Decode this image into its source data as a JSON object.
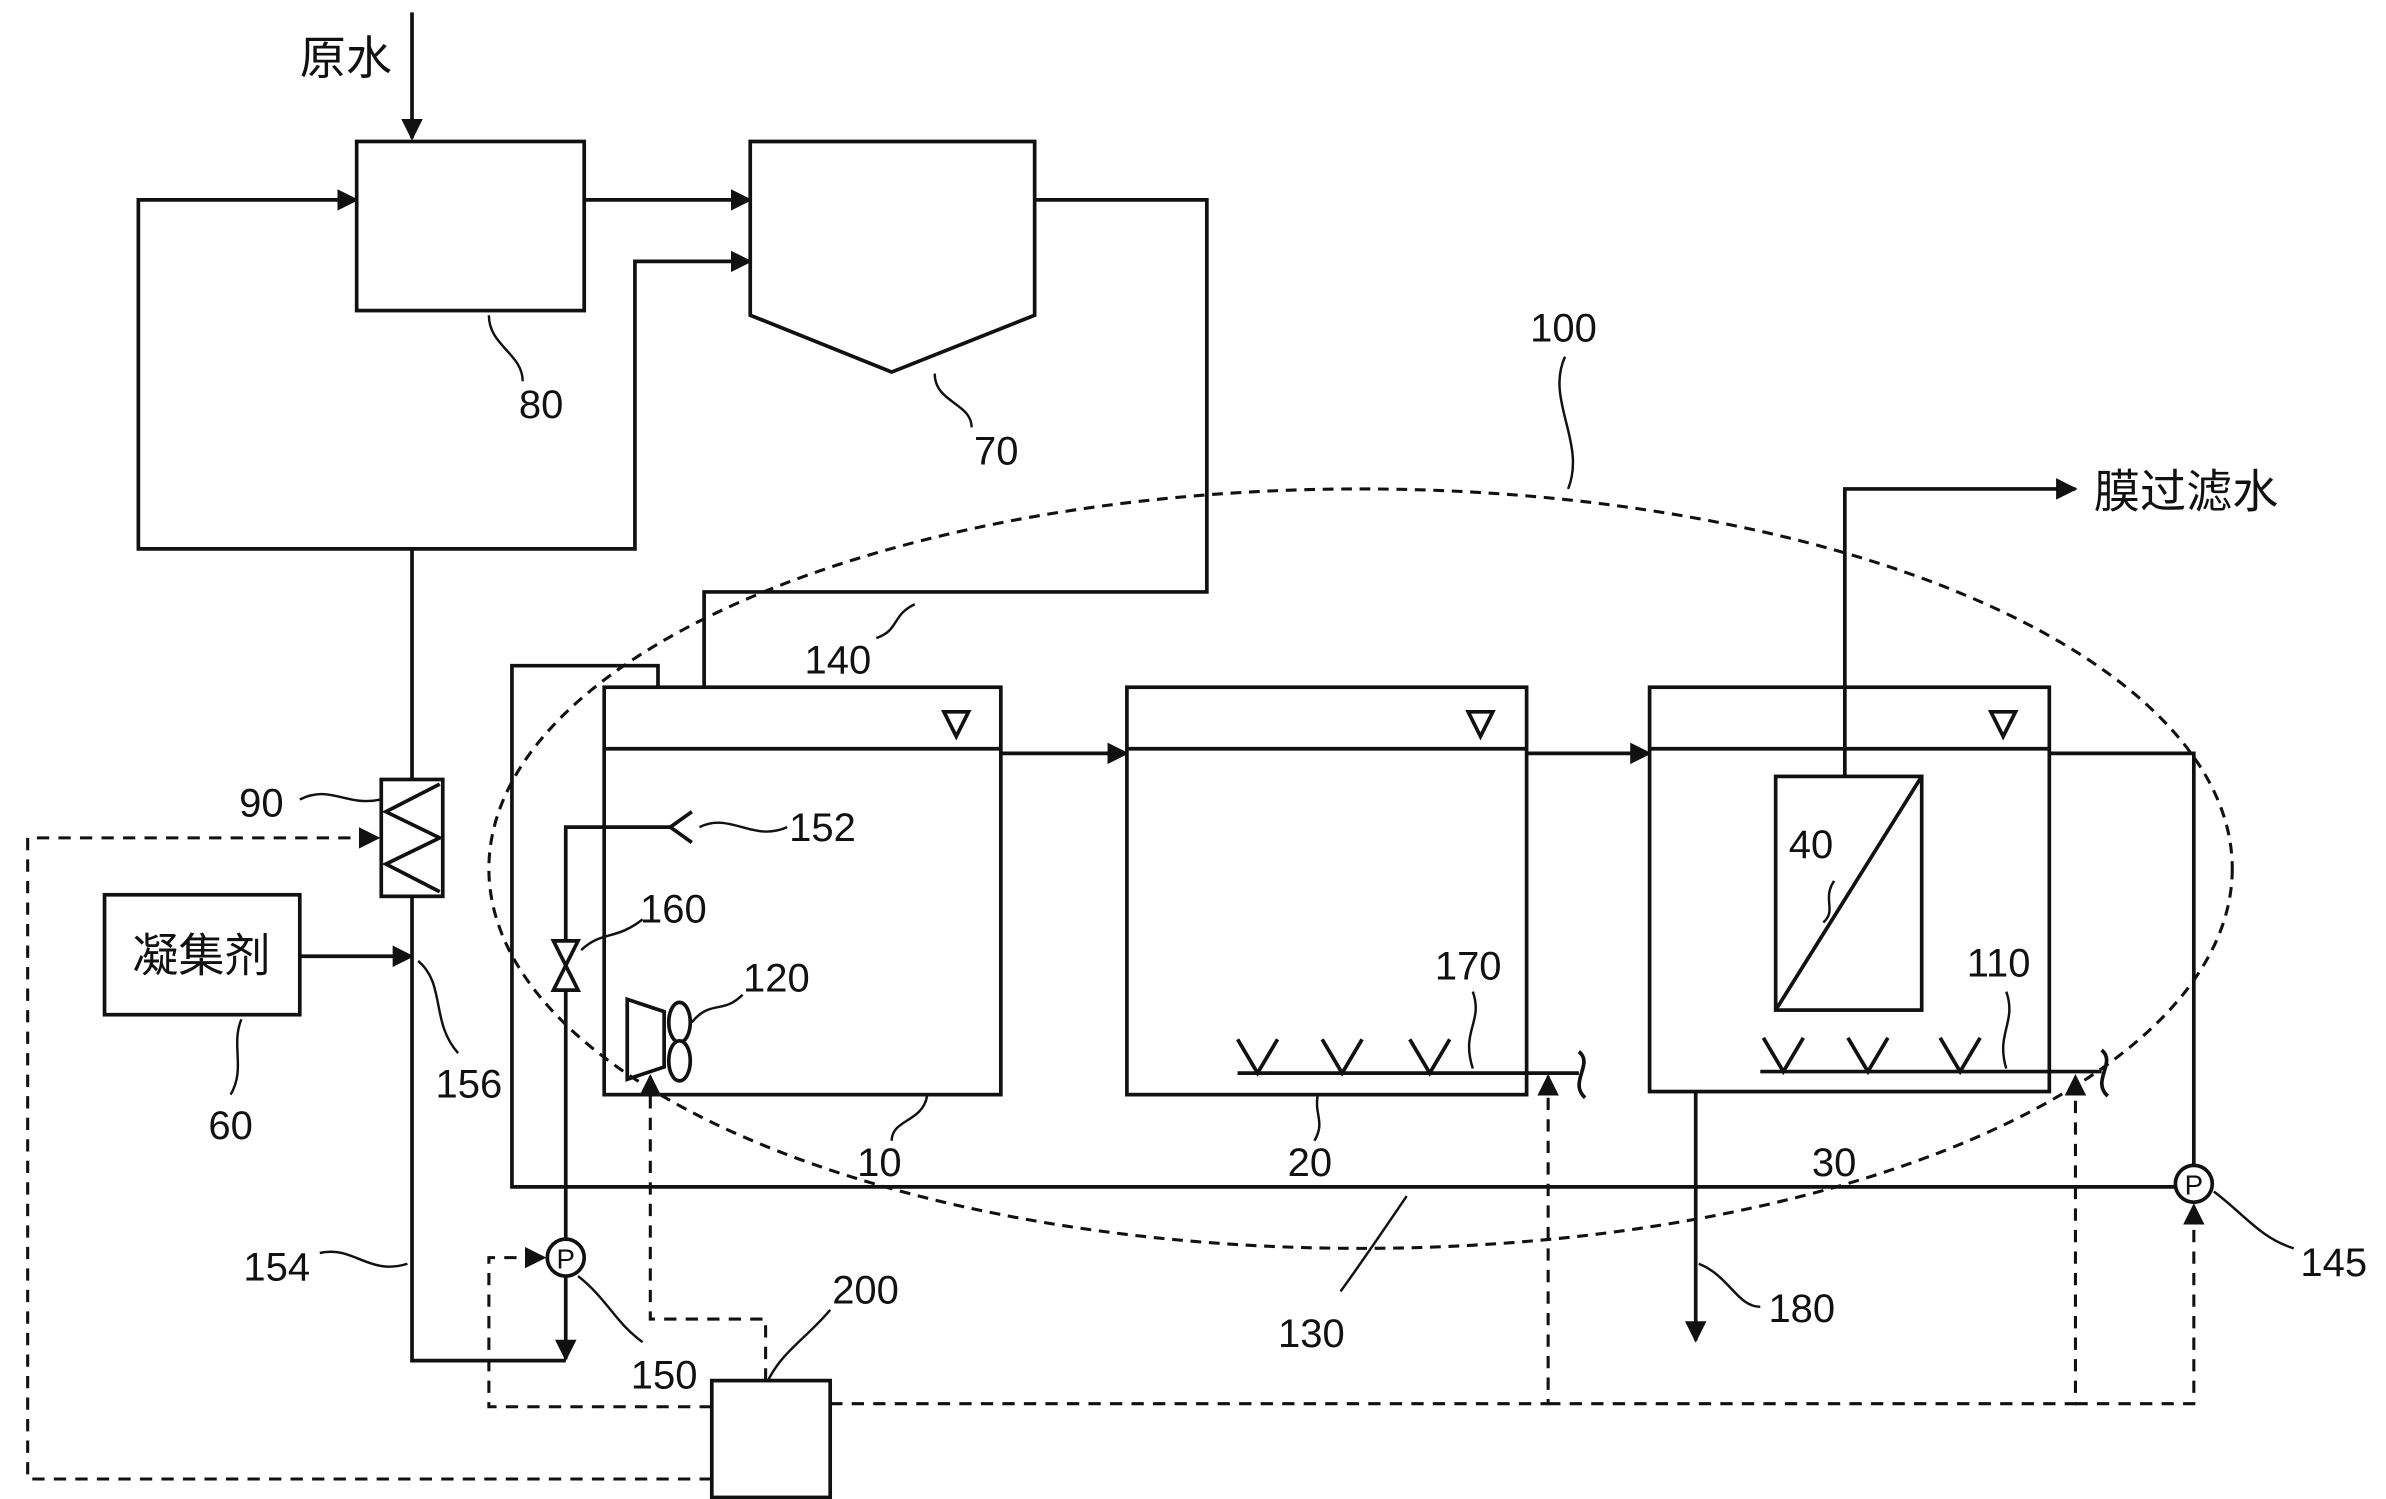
{
  "streams": {
    "raw_water": "原水",
    "membrane_filtrate": "膜过滤水"
  },
  "coagulant_box": {
    "label": "凝集剂"
  },
  "pump_symbol": "P",
  "numerals": {
    "n10": "10",
    "n20": "20",
    "n30": "30",
    "n40": "40",
    "n60": "60",
    "n70": "70",
    "n80": "80",
    "n90": "90",
    "n100": "100",
    "n110": "110",
    "n120": "120",
    "n130": "130",
    "n140": "140",
    "n145": "145",
    "n150": "150",
    "n152": "152",
    "n154": "154",
    "n156": "156",
    "n160": "160",
    "n170": "170",
    "n180": "180",
    "n200": "200"
  }
}
